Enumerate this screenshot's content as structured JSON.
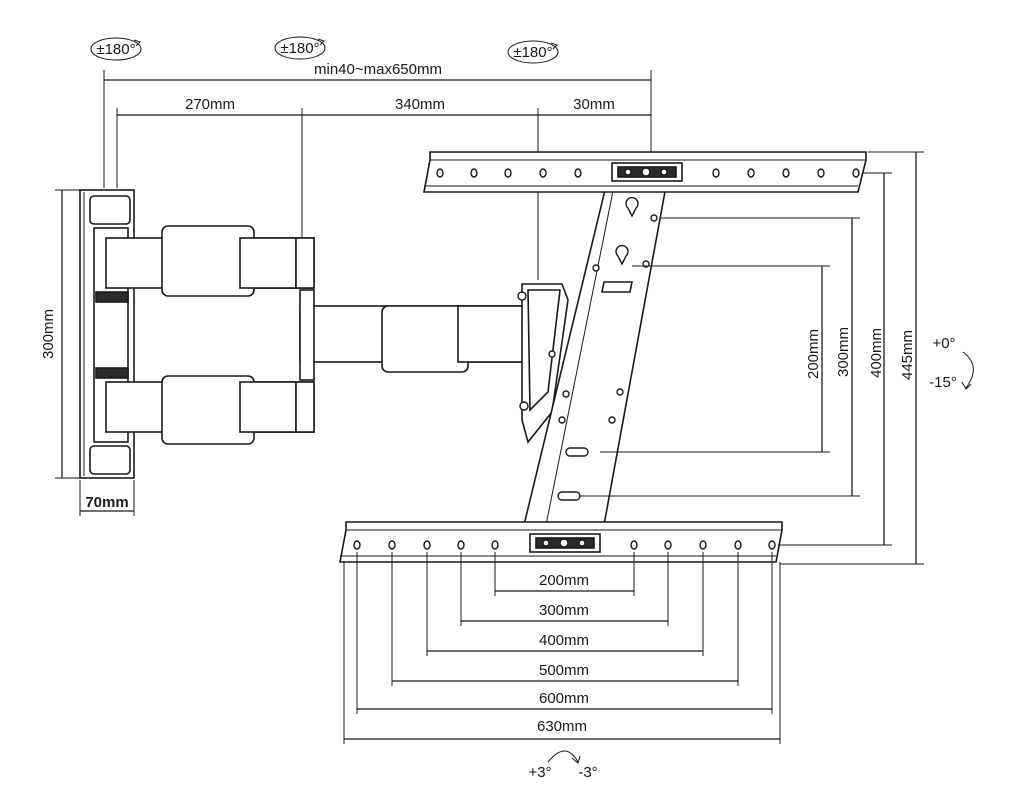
{
  "labels": {
    "rot1": "±180°",
    "rot2": "±180°",
    "rot3": "±180°",
    "extension": "min40~max650mm",
    "arm1": "270mm",
    "arm2": "340mm",
    "arm3": "30mm",
    "wallplate_height": "300mm",
    "wallplate_depth": "70mm",
    "v200": "200mm",
    "v300": "300mm",
    "v400": "400mm",
    "v445": "445mm",
    "tilt_up": "+0°",
    "tilt_down": "-15°",
    "h200": "200mm",
    "h300": "300mm",
    "h400": "400mm",
    "h500": "500mm",
    "h600": "600mm",
    "h630": "630mm",
    "swivel_left": "+3°",
    "swivel_right": "-3°"
  },
  "colors": {
    "line": "#1a1a1a",
    "part_fill": "#ffffff",
    "dark_fill": "#2b2b2b"
  }
}
